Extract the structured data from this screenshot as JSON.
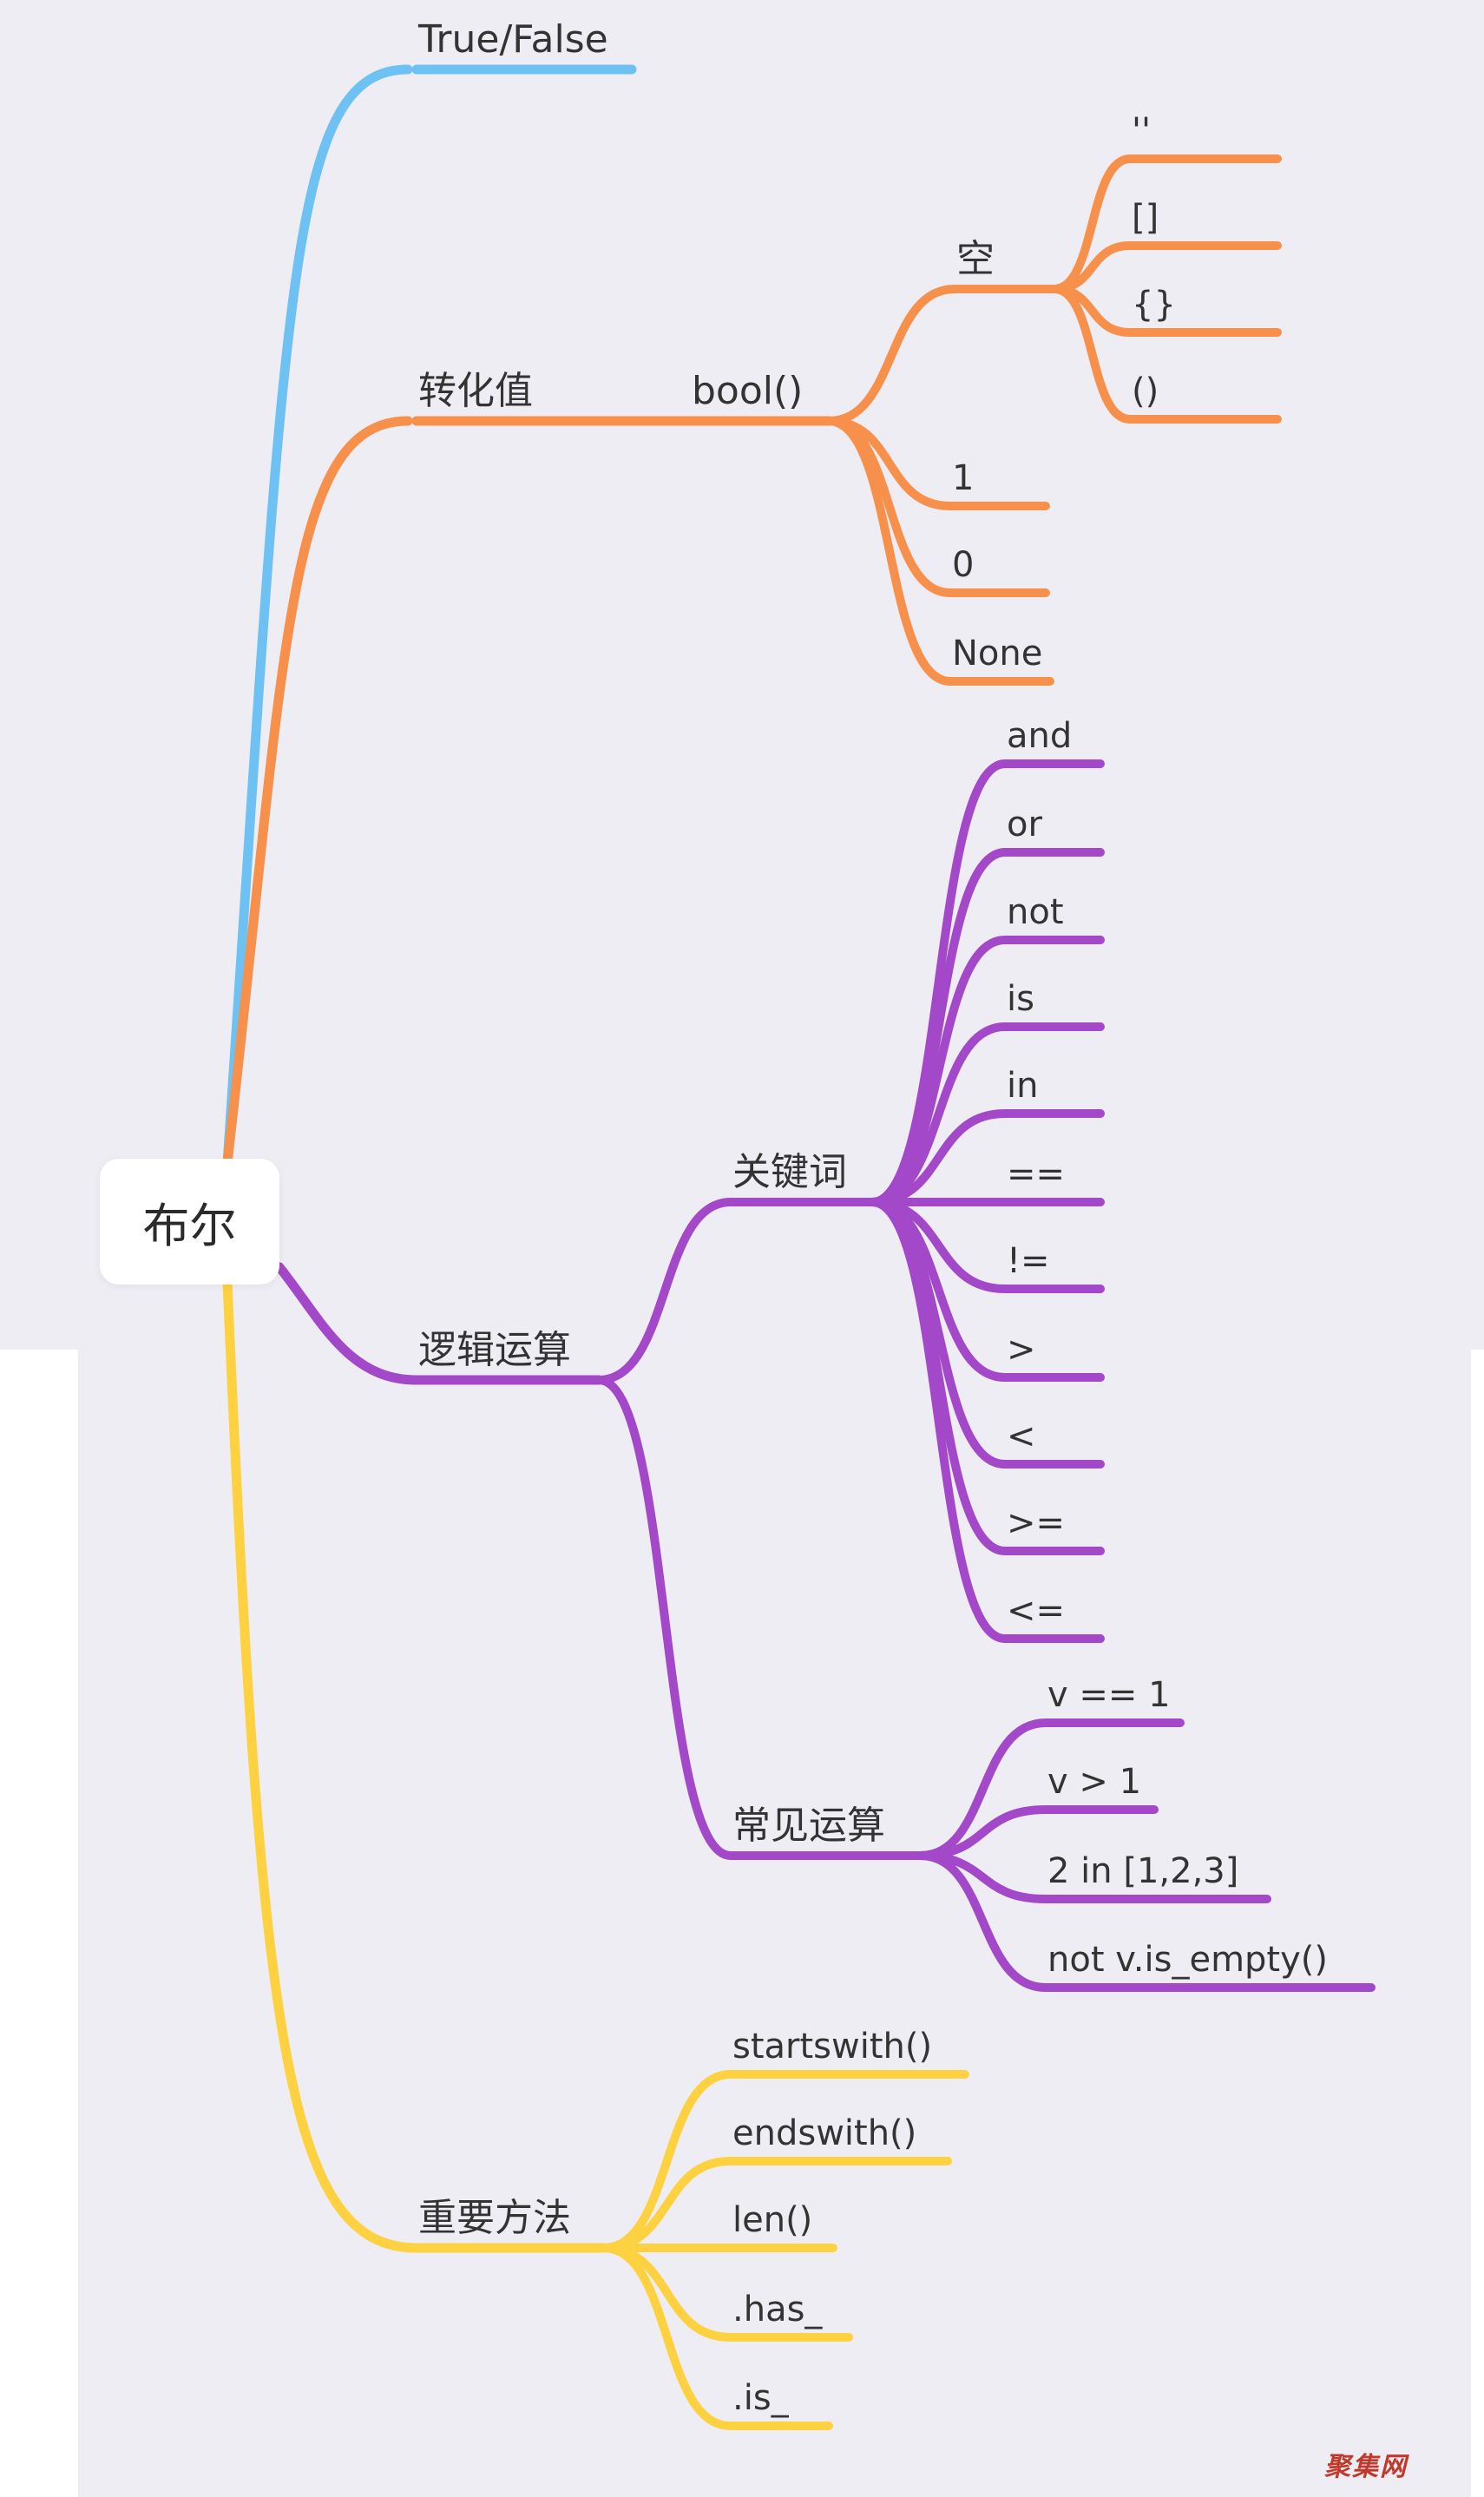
{
  "root": {
    "label": "布尔"
  },
  "colors": {
    "background": "#efedf4",
    "blue": "#6ec1f3",
    "orange": "#f7904b",
    "purple": "#a348c9",
    "yellow": "#fdd13f",
    "text": "#333333"
  },
  "branches": [
    {
      "id": "true-false",
      "label": "True/False",
      "color": "blue",
      "children": []
    },
    {
      "id": "conversion",
      "label": "转化值",
      "color": "orange",
      "children": [
        {
          "id": "bool",
          "label": "bool()",
          "children": [
            {
              "id": "empty",
              "label": "空",
              "children": [
                {
                  "id": "empty-str",
                  "label": "''"
                },
                {
                  "id": "empty-list",
                  "label": "[]"
                },
                {
                  "id": "empty-dict",
                  "label": "{}"
                },
                {
                  "id": "empty-tuple",
                  "label": "()"
                }
              ]
            },
            {
              "id": "one",
              "label": "1"
            },
            {
              "id": "zero",
              "label": "0"
            },
            {
              "id": "none",
              "label": "None"
            }
          ]
        }
      ]
    },
    {
      "id": "logic",
      "label": "逻辑运算",
      "color": "purple",
      "children": [
        {
          "id": "keywords",
          "label": "关键词",
          "children": [
            {
              "id": "kw-and",
              "label": "and"
            },
            {
              "id": "kw-or",
              "label": "or"
            },
            {
              "id": "kw-not",
              "label": "not"
            },
            {
              "id": "kw-is",
              "label": "is"
            },
            {
              "id": "kw-in",
              "label": "in"
            },
            {
              "id": "kw-eq",
              "label": "=="
            },
            {
              "id": "kw-ne",
              "label": "!="
            },
            {
              "id": "kw-gt",
              "label": ">"
            },
            {
              "id": "kw-lt",
              "label": "<"
            },
            {
              "id": "kw-ge",
              "label": ">="
            },
            {
              "id": "kw-le",
              "label": "<="
            }
          ]
        },
        {
          "id": "common",
          "label": "常见运算",
          "children": [
            {
              "id": "op-eq1",
              "label": "v == 1"
            },
            {
              "id": "op-gt1",
              "label": "v > 1"
            },
            {
              "id": "op-in",
              "label": "2 in [1,2,3]"
            },
            {
              "id": "op-not-empty",
              "label": "not v.is_empty()"
            }
          ]
        }
      ]
    },
    {
      "id": "methods",
      "label": "重要方法",
      "color": "yellow",
      "children": [
        {
          "id": "m-startswith",
          "label": "startswith()"
        },
        {
          "id": "m-endswith",
          "label": "endswith()"
        },
        {
          "id": "m-len",
          "label": "len()"
        },
        {
          "id": "m-has",
          "label": ".has_"
        },
        {
          "id": "m-is",
          "label": ".is_"
        }
      ]
    }
  ],
  "watermark": "聚集网"
}
